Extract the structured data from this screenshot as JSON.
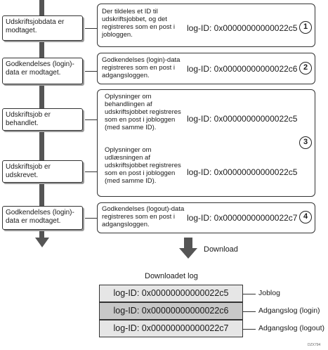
{
  "events": [
    "Udskriftsjobdata er modtaget.",
    "Godkendelses (login)-data er modtaget.",
    "Udskriftsjob er behandlet.",
    "Udskriftsjob er udskrevet.",
    "Godkendelses (login)-data er modtaget."
  ],
  "callouts": {
    "c1": {
      "desc": "Der tildeles et ID til udskriftsjobbet, og det registreres som en post i jobloggen.",
      "logid": "log-ID: 0x00000000000022c5",
      "num": "1"
    },
    "c2": {
      "desc": "Godkendelses (login)-data registreres som en post i adgangsloggen.",
      "logid": "log-ID: 0x00000000000022c6",
      "num": "2"
    },
    "c3": {
      "desc_a": "Oplysninger om behandlingen af udskriftsjobbet registreres som en post i jobloggen (med samme ID).",
      "logid_a": "log-ID: 0x00000000000022c5",
      "desc_b": "Oplysninger om udlæsningen af udskriftsjobbet registreres som en post i jobloggen (med samme ID).",
      "logid_b": "log-ID: 0x00000000000022c5",
      "num": "3"
    },
    "c4": {
      "desc": "Godkendelses (logout)-data registreres som en post i adgangsloggen.",
      "logid": "log-ID: 0x00000000000022c7",
      "num": "4"
    }
  },
  "download_label": "Download",
  "downloaded_log_title": "Downloadet log",
  "table": [
    {
      "logid": "log-ID: 0x00000000000022c5",
      "label": "Joblog",
      "bg": "#e6e6e6"
    },
    {
      "logid": "log-ID: 0x00000000000022c6",
      "label": "Adgangslog (login)",
      "bg": "#c8c8c8"
    },
    {
      "logid": "log-ID: 0x00000000000022c7",
      "label": "Adgangslog (logout)",
      "bg": "#e6e6e6"
    }
  ],
  "figure_code": "DZX794",
  "colors": {
    "arrow": "#555555",
    "border": "#333333"
  }
}
